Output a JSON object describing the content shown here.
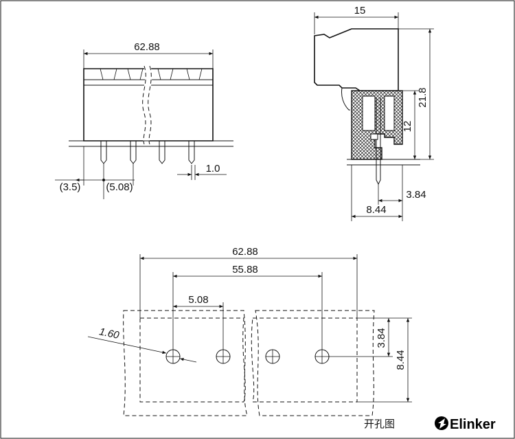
{
  "front_view": {
    "width_label": "62.88",
    "offset_label": "(3.5)",
    "pitch_label": "(5.08)",
    "pin_width_label": "1.0"
  },
  "side_view": {
    "width_label": "15",
    "height_label": "21.8",
    "body_height_label": "12",
    "pin_offset_label": "3.84",
    "depth_label": "8.44"
  },
  "hole_view": {
    "overall_label": "62.88",
    "span_label": "55.88",
    "pitch_label": "5.08",
    "hole_dia_label": "1.60",
    "row_offset_label": "3.84",
    "row_depth_label": "8.44",
    "caption": "开孔图"
  },
  "brand": {
    "name": "Elinker"
  }
}
